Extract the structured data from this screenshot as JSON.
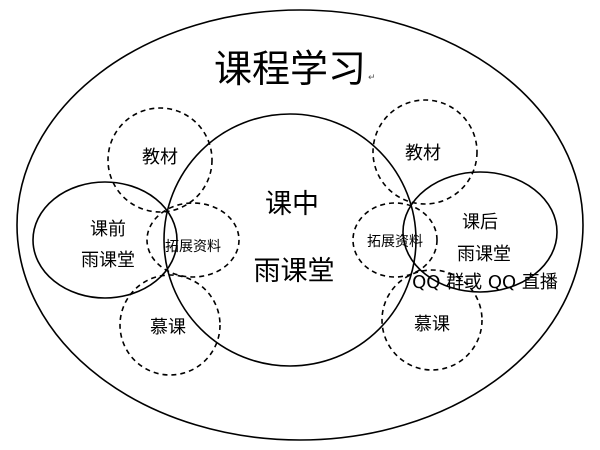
{
  "title": "课程学习",
  "center": {
    "line1": "课中",
    "line2": "雨课堂"
  },
  "left": {
    "top_bubble": "教材",
    "main_line1": "课前",
    "main_line2": "雨课堂",
    "inner_bubble": "拓展资料",
    "bottom_bubble": "慕课"
  },
  "right": {
    "top_bubble": "教材",
    "main_line1": "课后",
    "main_line2": "雨课堂",
    "main_line3": "QQ 群或 QQ 直播",
    "inner_bubble": "拓展资料",
    "bottom_bubble": "慕课"
  },
  "paragraph_mark": "↵"
}
